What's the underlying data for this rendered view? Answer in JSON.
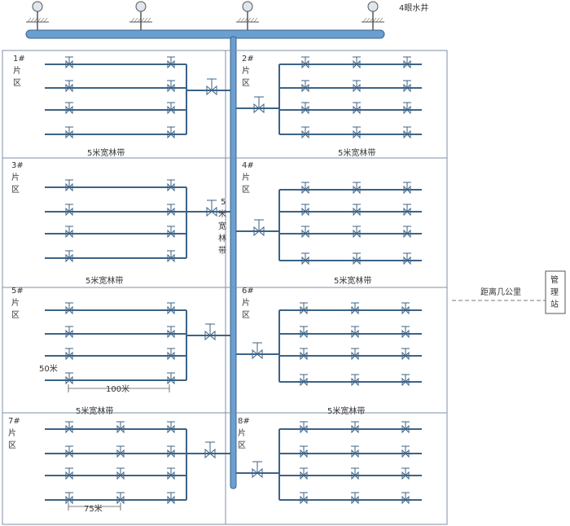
{
  "wells_label": "4眼水井",
  "belt_label": "5米宽林带",
  "belt_vertical_chars": [
    "5",
    "米",
    "宽",
    "林",
    "带"
  ],
  "zones": [
    {
      "num": "1#",
      "c1": "片",
      "c2": "区"
    },
    {
      "num": "2#",
      "c1": "片",
      "c2": "区"
    },
    {
      "num": "3#",
      "c1": "片",
      "c2": "区"
    },
    {
      "num": "4#",
      "c1": "片",
      "c2": "区"
    },
    {
      "num": "5#",
      "c1": "片",
      "c2": "区"
    },
    {
      "num": "6#",
      "c1": "片",
      "c2": "区"
    },
    {
      "num": "7#",
      "c1": "片",
      "c2": "区"
    },
    {
      "num": "8#",
      "c1": "片",
      "c2": "区"
    }
  ],
  "dim_50": "50米",
  "dim_100": "100米",
  "dim_75": "75米",
  "distance_label": "距离几公里",
  "station_chars": [
    "管",
    "理",
    "站"
  ],
  "colors": {
    "pipe": "#3c6386",
    "grid": "#7f8fa6",
    "main_pipe": "#5a8fc4"
  }
}
